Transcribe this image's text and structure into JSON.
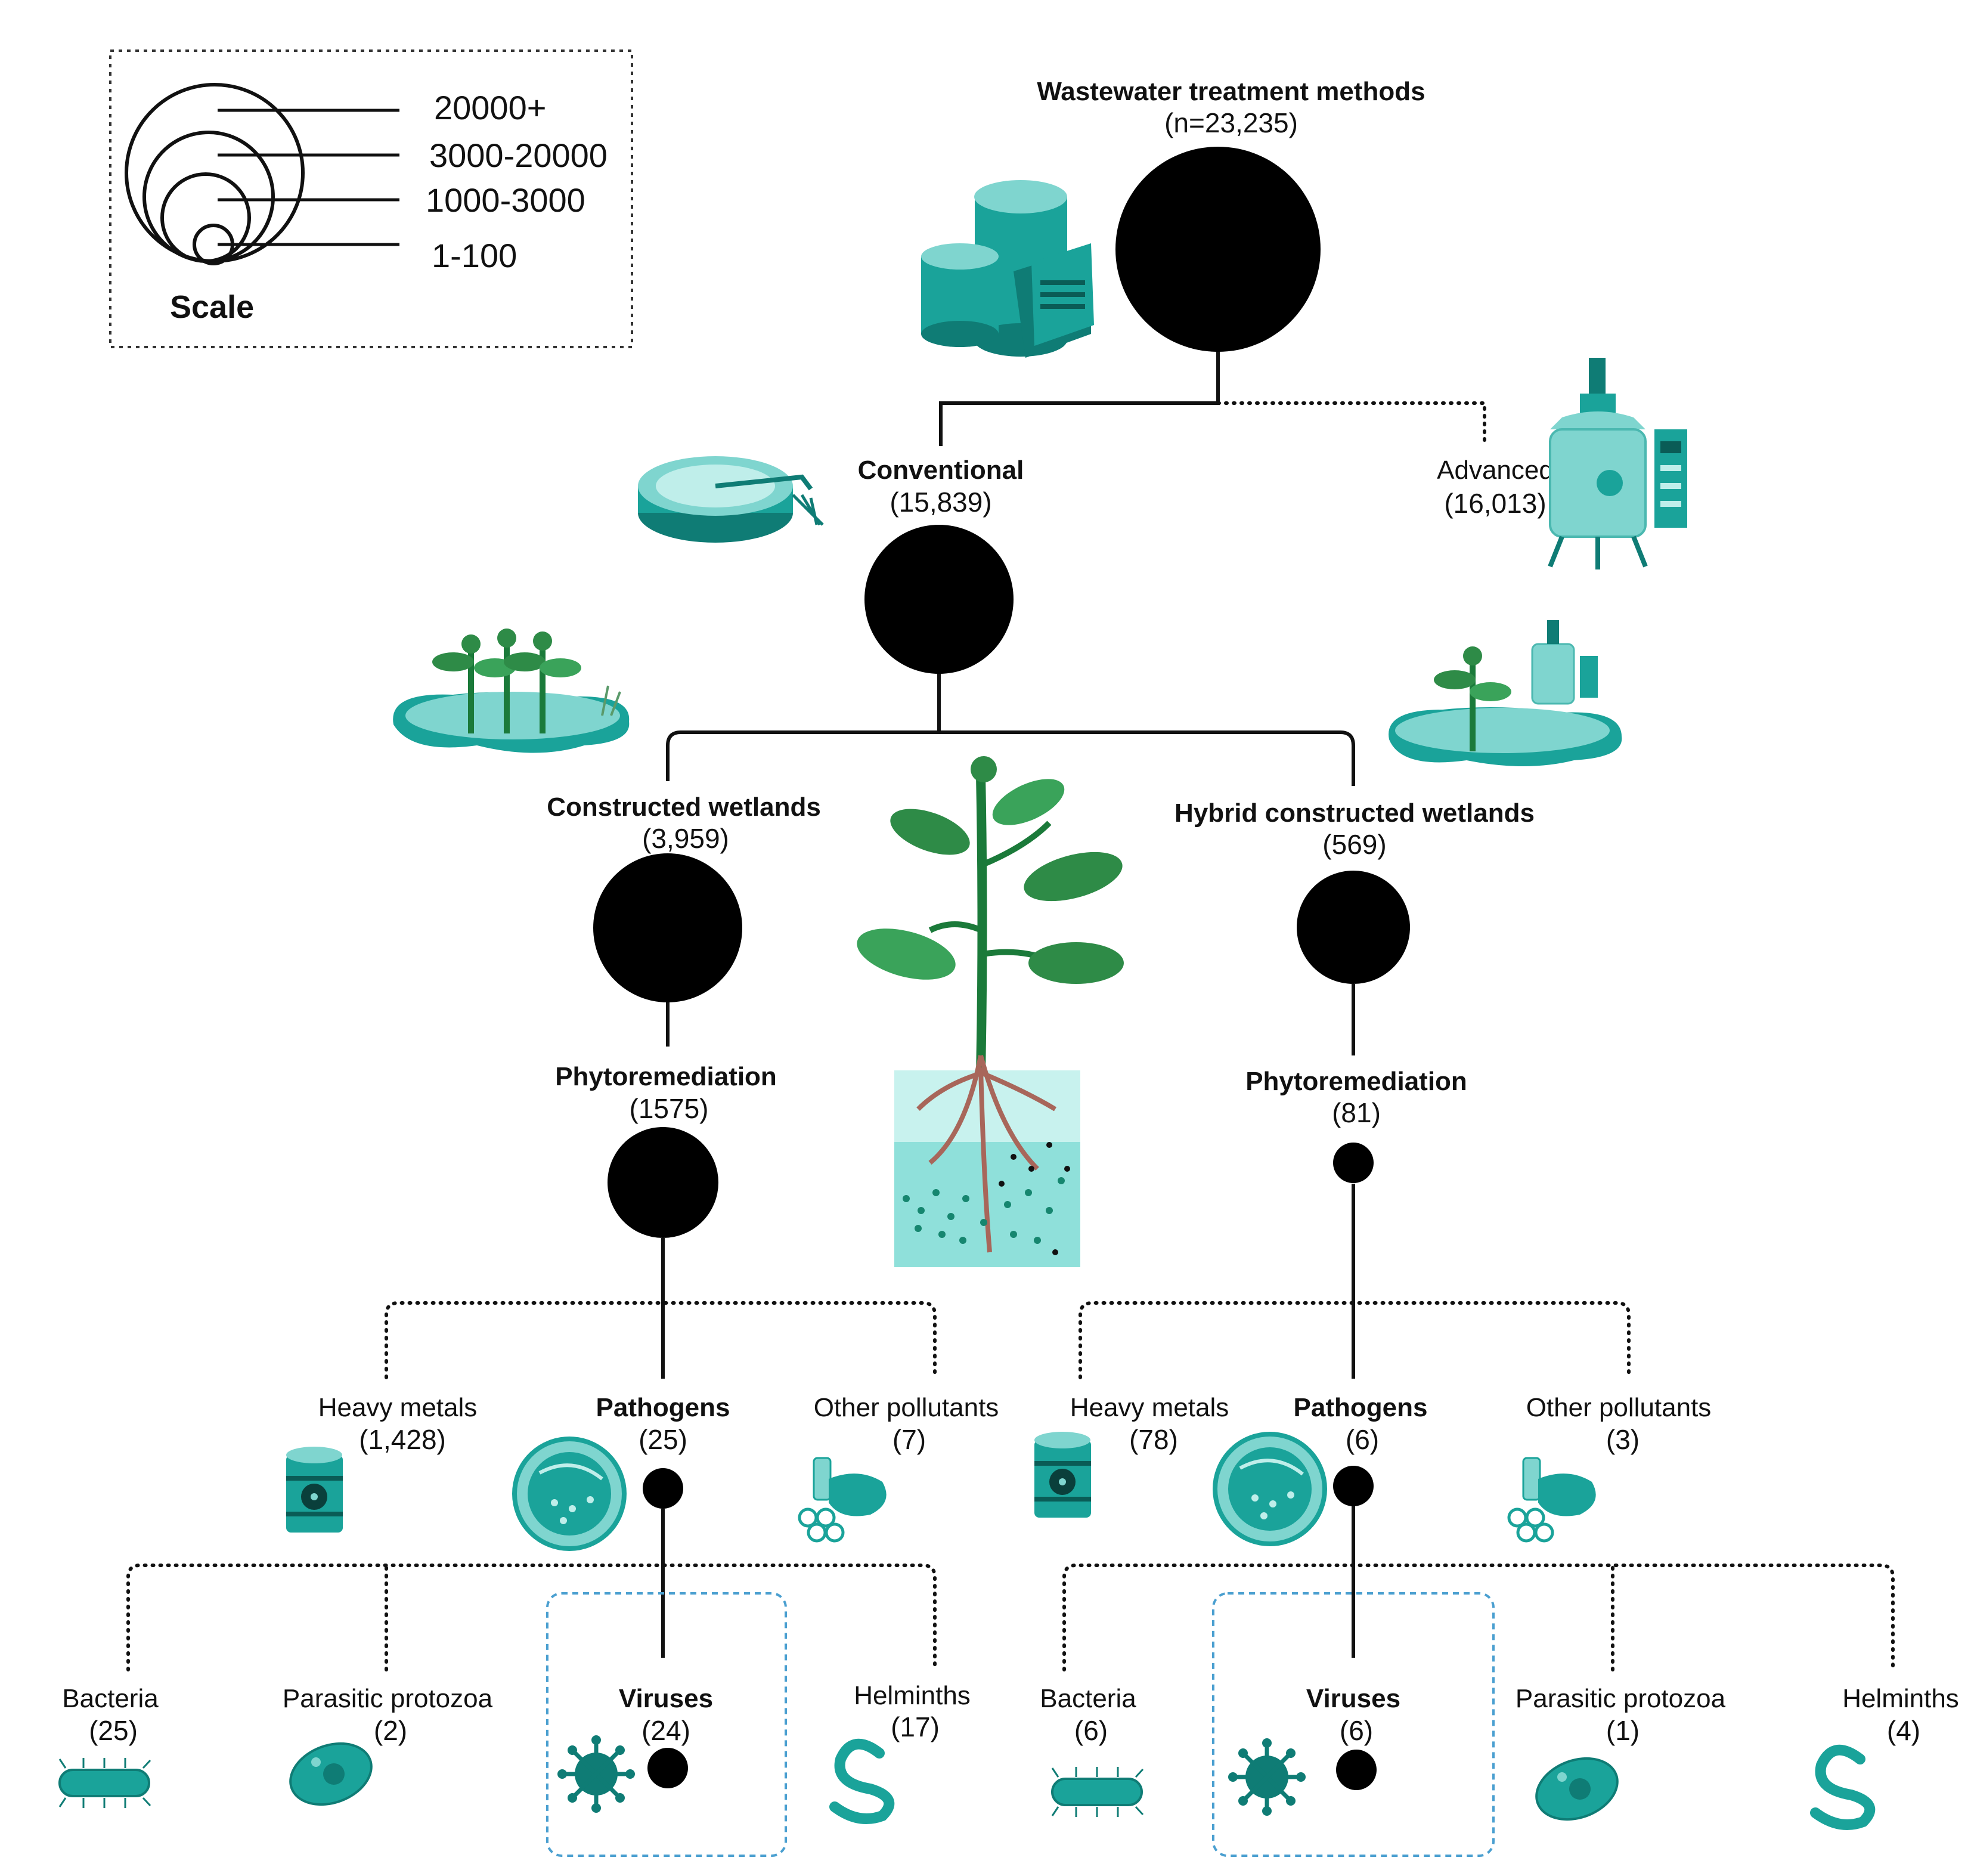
{
  "scale_legend": {
    "title": "Scale",
    "ranges": [
      "20000+",
      "3000-20000",
      "1000-3000",
      "1-100"
    ]
  },
  "nodes": {
    "root": {
      "label": "Wastewater treatment methods",
      "count": "(n=23,235)"
    },
    "conventional": {
      "label": "Conventional",
      "count": "(15,839)"
    },
    "advanced": {
      "label": "Advanced",
      "count": "(16,013)"
    },
    "constructed_wetlands": {
      "label": "Constructed wetlands",
      "count": "(3,959)"
    },
    "hybrid_wetlands": {
      "label": "Hybrid constructed wetlands",
      "count": "(569)"
    },
    "left_phyto": {
      "label": "Phytoremediation",
      "count": "(1575)"
    },
    "right_phyto": {
      "label": "Phytoremediation",
      "count": "(81)"
    },
    "left_heavy": {
      "label": "Heavy metals",
      "count": "(1,428)"
    },
    "left_pathogens": {
      "label": "Pathogens",
      "count": "(25)"
    },
    "left_other": {
      "label": "Other pollutants",
      "count": "(7)"
    },
    "right_heavy": {
      "label": "Heavy metals",
      "count": "(78)"
    },
    "right_pathogens": {
      "label": "Pathogens",
      "count": "(6)"
    },
    "right_other": {
      "label": "Other pollutants",
      "count": "(3)"
    },
    "left_bacteria": {
      "label": "Bacteria",
      "count": "(25)"
    },
    "left_protozoa": {
      "label": "Parasitic protozoa",
      "count": "(2)"
    },
    "left_viruses": {
      "label": "Viruses",
      "count": "(24)"
    },
    "left_helminths": {
      "label": "Helminths",
      "count": "(17)"
    },
    "right_bacteria": {
      "label": "Bacteria",
      "count": "(6)"
    },
    "right_viruses": {
      "label": "Viruses",
      "count": "(6)"
    },
    "right_protozoa": {
      "label": "Parasitic protozoa",
      "count": "(1)"
    },
    "right_helminths": {
      "label": "Helminths",
      "count": "(4)"
    }
  },
  "colors": {
    "accent": "#1aa39a",
    "node_fill": "#000000",
    "highlight_box": "#4a9fd0"
  },
  "icons": [
    "storage-tanks-icon",
    "clarifier-tank-icon",
    "bioreactor-icon",
    "wetland-plants-icon",
    "hybrid-wetland-icon",
    "plant-roots-icon",
    "barrel-hazard-icon",
    "petri-dish-icon",
    "plastic-waste-icon",
    "bacteria-icon",
    "protozoa-icon",
    "virus-icon",
    "helminth-icon"
  ]
}
